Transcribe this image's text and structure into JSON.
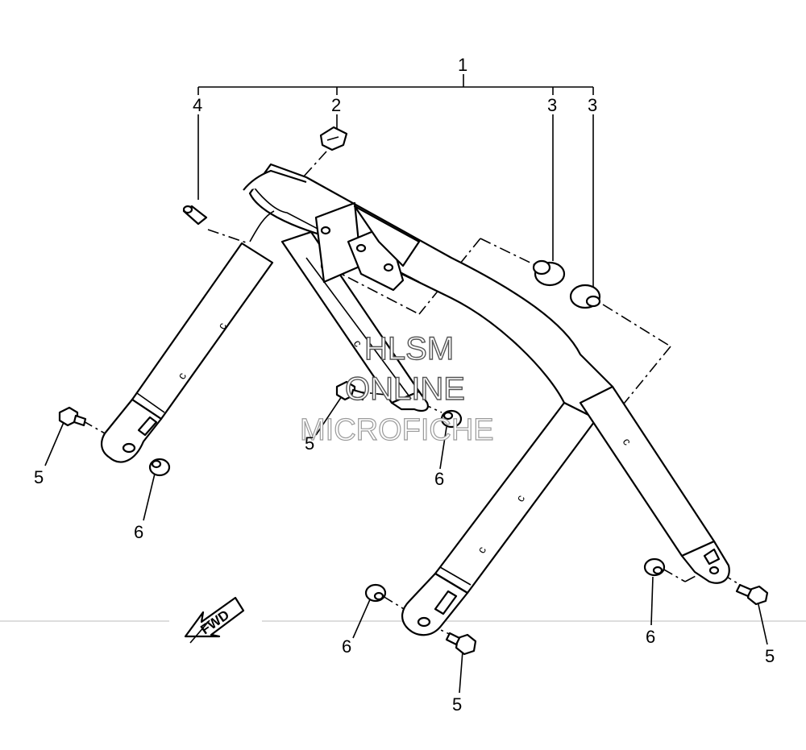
{
  "diagram": {
    "callouts": [
      {
        "id": "c1",
        "text": "1"
      },
      {
        "id": "c2",
        "text": "2"
      },
      {
        "id": "c3a",
        "text": "3"
      },
      {
        "id": "c3b",
        "text": "3"
      },
      {
        "id": "c4",
        "text": "4"
      },
      {
        "id": "c5a",
        "text": "5"
      },
      {
        "id": "c5b",
        "text": "5"
      },
      {
        "id": "c5c",
        "text": "5"
      },
      {
        "id": "c5d",
        "text": "5"
      },
      {
        "id": "c6a",
        "text": "6"
      },
      {
        "id": "c6b",
        "text": "6"
      },
      {
        "id": "c6c",
        "text": "6"
      },
      {
        "id": "c6d",
        "text": "6"
      }
    ],
    "fwd_label": "FWD",
    "watermark": {
      "line1": "HLSM",
      "line2": "ONLINE",
      "line3": "MICROFICHE"
    }
  }
}
